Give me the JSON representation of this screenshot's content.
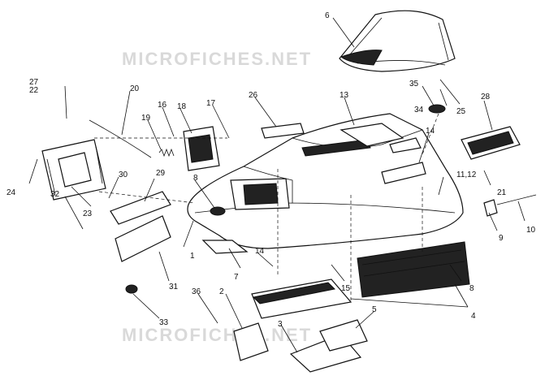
{
  "watermark": "MICROFICHES.NET",
  "labels": [
    "1",
    "2",
    "3",
    "4",
    "5",
    "6",
    "7",
    "8",
    "9",
    "10",
    "11,12",
    "13",
    "14",
    "15",
    "16",
    "17",
    "18",
    "19",
    "20",
    "21",
    "22",
    "23",
    "24",
    "25",
    "26",
    "27",
    "28",
    "29",
    "30",
    "31",
    "32",
    "33",
    "34",
    "35",
    "36"
  ]
}
